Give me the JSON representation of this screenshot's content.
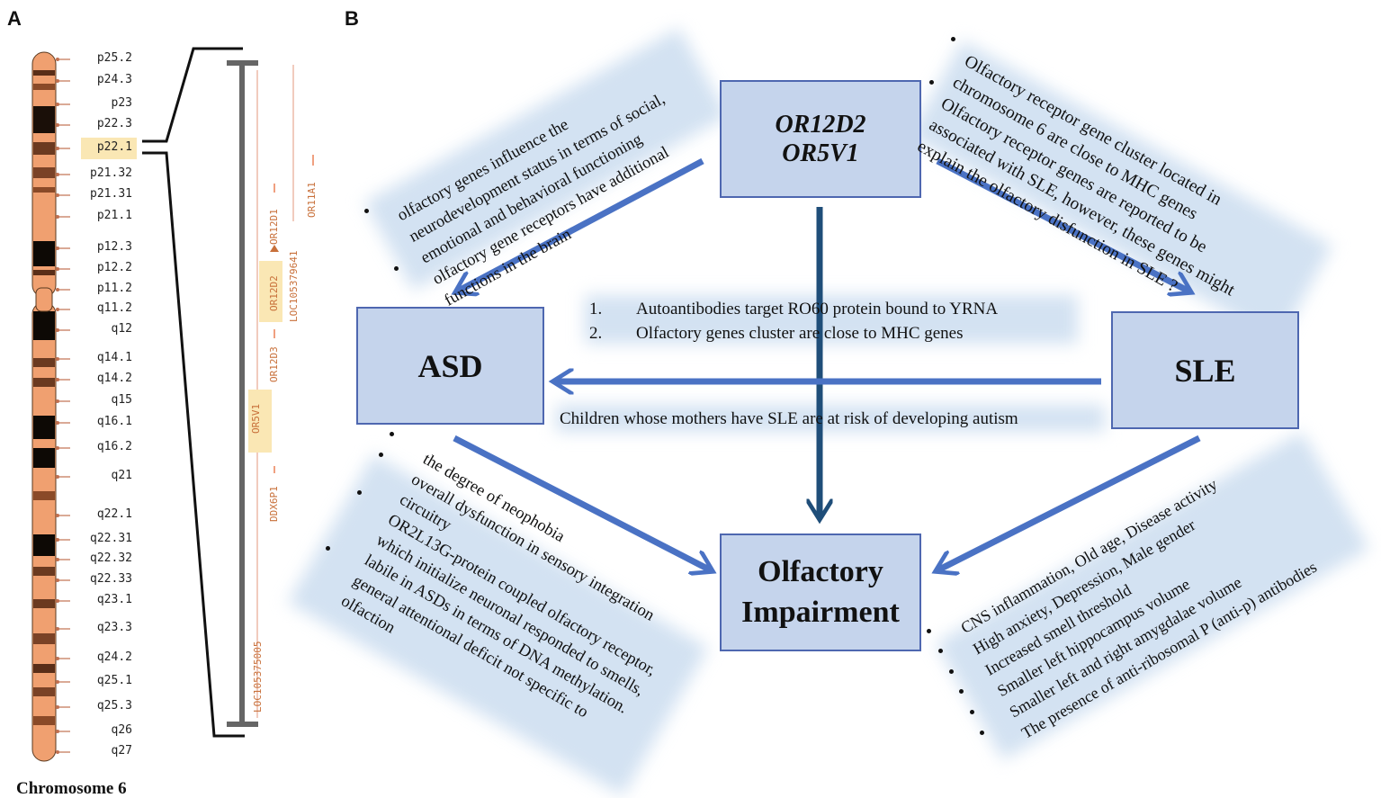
{
  "panels": {
    "a": "A",
    "b": "B"
  },
  "chromosome": {
    "caption": "Chromosome 6",
    "bands": [
      "p25.2",
      "p24.3",
      "p23",
      "p22.3",
      "p22.1",
      "p21.32",
      "p21.31",
      "p21.1",
      "p12.3",
      "p12.2",
      "p11.2",
      "q11.2",
      "q12",
      "q14.1",
      "q14.2",
      "q15",
      "q16.1",
      "q16.2",
      "q21",
      "q22.1",
      "q22.31",
      "q22.32",
      "q22.33",
      "q23.1",
      "q23.3",
      "q24.2",
      "q25.1",
      "q25.3",
      "q26",
      "q27"
    ],
    "highlighted_band": "p22.1",
    "genes": [
      "OR12D1",
      "OR11A1",
      "LOC105379641",
      "OR12D2",
      "OR12D3",
      "OR5V1",
      "DDX6P1",
      "LOC105375005"
    ],
    "highlighted_genes": [
      "OR12D2",
      "OR5V1"
    ]
  },
  "boxes": {
    "genes_line1": "OR12D2",
    "genes_line2": "OR5V1",
    "asd": "ASD",
    "sle": "SLE",
    "olf_line1": "Olfactory",
    "olf_line2": "Impairment"
  },
  "notes": {
    "top_left": [
      "olfactory genes influence the",
      "neurodevelopment status in terms of social,",
      "emotional and behavioral functioning",
      "olfactory gene receptors have additional",
      "functions in the brain"
    ],
    "top_right": [
      "Olfactory receptor gene cluster located in",
      "chromosome 6 are close to MHC genes",
      "Olfactory receptor genes are reported to be",
      "associated with SLE, however, these genes might",
      "explain the olfactory disfunction in SLE ?"
    ],
    "center": [
      {
        "num": "1.",
        "text": "Autoantibodies target RO60 protein bound to YRNA"
      },
      {
        "num": "2.",
        "text": "Olfactory genes cluster are close to MHC genes"
      }
    ],
    "center_bottom": "Children whose mothers have SLE are at risk of developing autism",
    "bottom_left": [
      "the degree of neophobia",
      "overall dysfunction in sensory integration",
      "circuitry",
      "OR2L13G-protein coupled olfactory receptor,",
      "which initialize neuronal responded to smells,",
      "labile in ASDs in terms of DNA methylation.",
      "general attentional deficit not specific to",
      "olfaction"
    ],
    "bottom_right": [
      "CNS inflammation, Old age, Disease activity",
      "High anxiety, Depression, Male gender",
      "Increased smell threshold",
      "Smaller left hippocampus volume",
      "Smaller left and right amygdalae volume",
      "The presence of anti-ribosomal P (anti-p) antibodies"
    ]
  },
  "colors": {
    "box_fill": "#c5d4ec",
    "box_border": "#4e67b0",
    "arrow": "#4a72c4",
    "arrow_dark": "#1f4e79",
    "chrom": "#f0a070",
    "highlight": "#fae7b4"
  }
}
